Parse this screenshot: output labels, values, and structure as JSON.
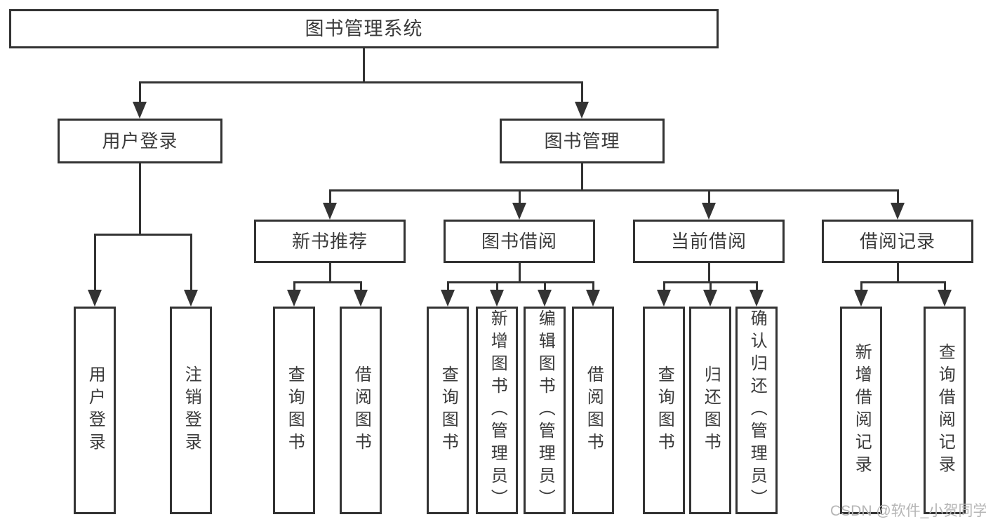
{
  "title": {
    "label": "图书管理系统"
  },
  "level2": [
    {
      "label": "用户登录"
    },
    {
      "label": "图书管理"
    }
  ],
  "level3": [
    {
      "label": "新书推荐"
    },
    {
      "label": "图书借阅"
    },
    {
      "label": "当前借阅"
    },
    {
      "label": "借阅记录"
    }
  ],
  "leaves": {
    "user_login": [
      "用户登录",
      "注销登录"
    ],
    "new_book_recommend": [
      "查询图书",
      "借阅图书"
    ],
    "book_borrowing": [
      "查询图书",
      "新增图书（管理员）",
      "编辑图书（管理员）",
      "借阅图书"
    ],
    "current_borrowing": [
      "查询图书",
      "归还图书",
      "确认归还（管理员）"
    ],
    "borrow_records": [
      "新增借阅记录",
      "查询借阅记录"
    ]
  },
  "watermark": "CSDN @软件_小贺同学",
  "colors": {
    "line": "#333333",
    "text": "#3a3a3a",
    "background": "#ffffff",
    "watermark": "#b5b5b5"
  }
}
